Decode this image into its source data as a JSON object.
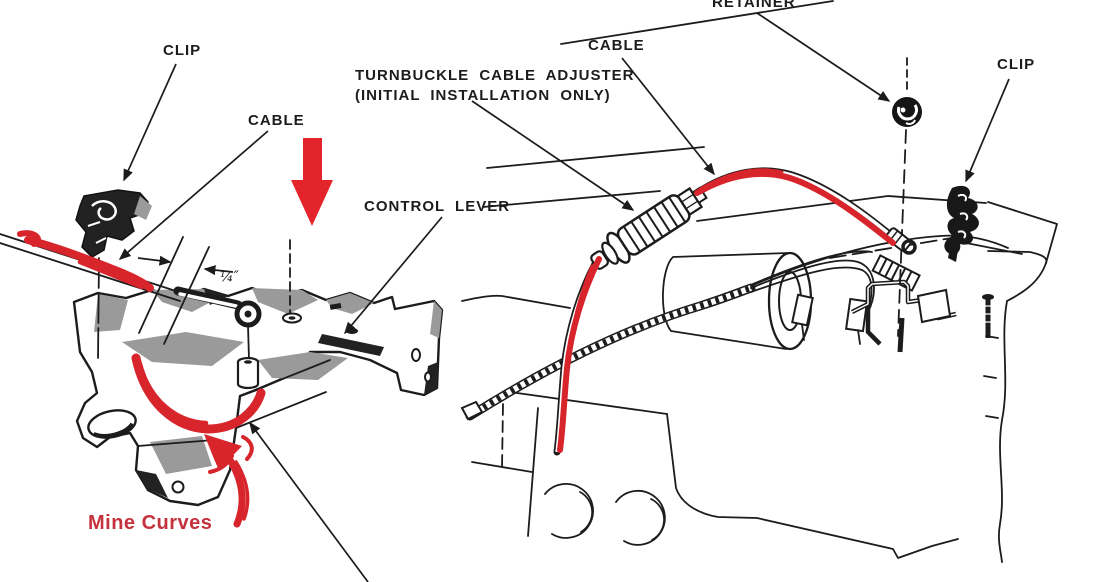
{
  "diagram": {
    "labels": {
      "clip_left": "CLIP",
      "cable_left": "CABLE",
      "turnbuckle_line1": "TURNBUCKLE CABLE ADJUSTER",
      "turnbuckle_line2": "(INITIAL INSTALLATION ONLY)",
      "control_lever": "CONTROL LEVER",
      "cable_right": "CABLE",
      "retainer": "RETAINER",
      "clip_right": "CLIP",
      "measurement": "¼″",
      "handwritten_annotation": "Mine Curves"
    },
    "colors": {
      "line": "#1c1c1c",
      "shading_gray": "#9a9a9a",
      "marker_red": "#d8252c",
      "arrow_red": "#e3242b",
      "annotation_text_red": "#c5323d",
      "background": "#ffffff"
    }
  }
}
